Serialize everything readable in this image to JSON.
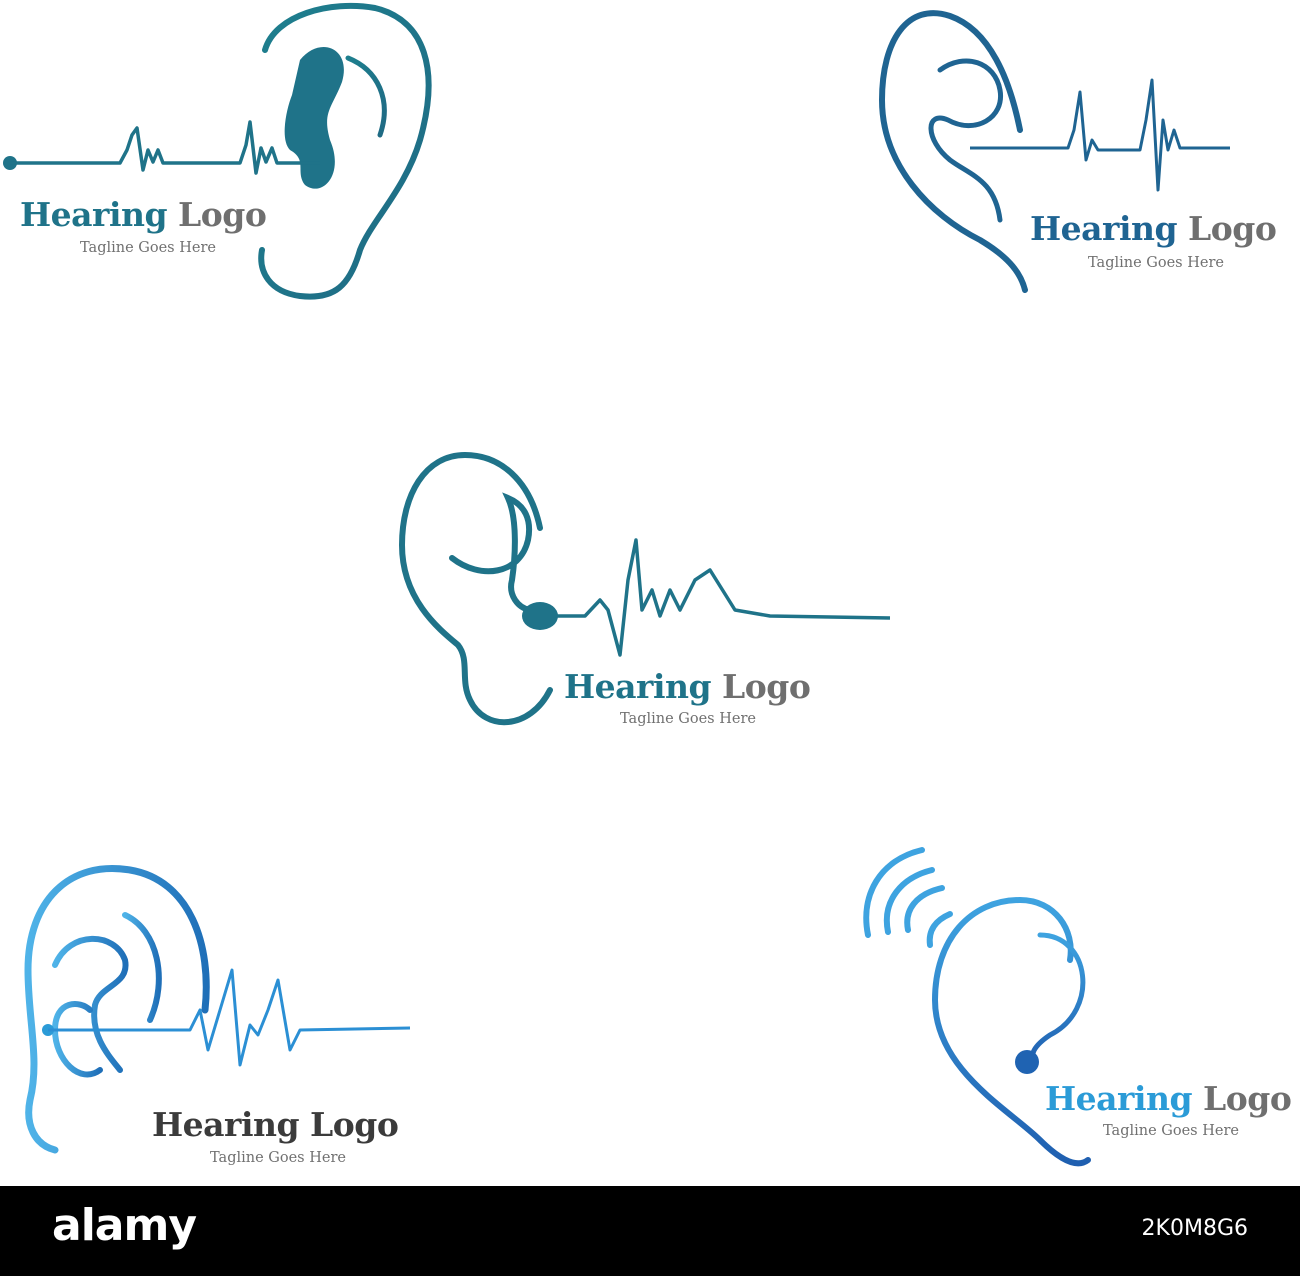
{
  "colors": {
    "teal": "#20758a",
    "navy": "#1f6492",
    "sky": "#2b9bd7",
    "grey": "#6f6f6f",
    "dark": "#3b3b3b"
  },
  "logos": [
    {
      "word1": "Hearing",
      "word2": "Logo",
      "tagline": "Tagline Goes Here"
    },
    {
      "word1": "Hearing",
      "word2": "Logo",
      "tagline": "Tagline Goes Here"
    },
    {
      "word1": "Hearing",
      "word2": "Logo",
      "tagline": "Tagline Goes Here"
    },
    {
      "word1": "Hearing",
      "word2": "Logo",
      "tagline": "Tagline Goes Here"
    },
    {
      "word1": "Hearing",
      "word2": "Logo",
      "tagline": "Tagline Goes Here"
    }
  ],
  "footer": {
    "brand": "alamy",
    "image_id": "2K0M8G6"
  }
}
